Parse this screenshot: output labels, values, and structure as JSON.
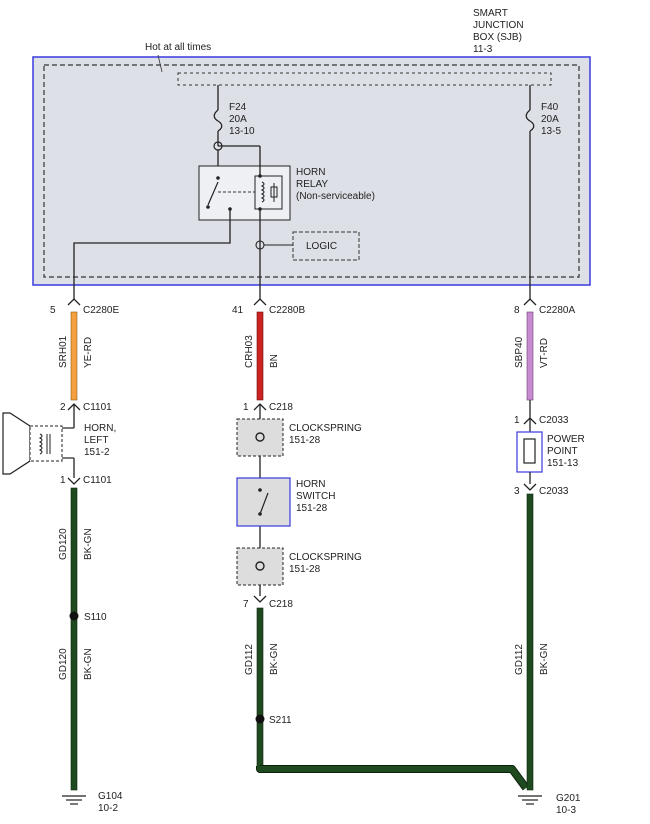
{
  "sjb": {
    "title_lines": [
      "SMART",
      "JUNCTION",
      "BOX (SJB)",
      "11-3"
    ],
    "hot_at_all_times": "Hot at all times"
  },
  "fuse_f24": {
    "lines": [
      "F24",
      "20A",
      "13-10"
    ]
  },
  "fuse_f40": {
    "lines": [
      "F40",
      "20A",
      "13-5"
    ]
  },
  "horn_relay": {
    "lines": [
      "HORN",
      "RELAY",
      "(Non-serviceable)"
    ]
  },
  "logic_label": "LOGIC",
  "connectors": {
    "c2280e": {
      "pin": "5",
      "name": "C2280E"
    },
    "c2280b": {
      "pin": "41",
      "name": "C2280B"
    },
    "c2280a": {
      "pin": "8",
      "name": "C2280A"
    },
    "c1101_top": {
      "pin": "2",
      "name": "C1101"
    },
    "c1101_bottom": {
      "pin": "1",
      "name": "C1101"
    },
    "c218_top": {
      "pin": "1",
      "name": "C218"
    },
    "c218_bottom": {
      "pin": "7",
      "name": "C218"
    },
    "c2033_top": {
      "pin": "1",
      "name": "C2033"
    },
    "c2033_bottom": {
      "pin": "3",
      "name": "C2033"
    }
  },
  "wires": {
    "srh01": {
      "circuit": "SRH01",
      "color": "YE-RD",
      "hex": "#f5a040"
    },
    "crh03": {
      "circuit": "CRH03",
      "color": "BN",
      "hex": "#cc2222"
    },
    "sbp40": {
      "circuit": "SBP40",
      "color": "VT-RD",
      "hex": "#c88ad0"
    },
    "gd120_a": {
      "circuit": "GD120",
      "color": "BK-GN"
    },
    "gd120_b": {
      "circuit": "GD120",
      "color": "BK-GN"
    },
    "gd112_mid": {
      "circuit": "GD112",
      "color": "BK-GN"
    },
    "gd112_right": {
      "circuit": "GD112",
      "color": "BK-GN"
    },
    "ground_hex": "#1f4a1f"
  },
  "components": {
    "horn_left": {
      "lines": [
        "HORN,",
        "LEFT",
        "151-2"
      ]
    },
    "clockspring_1": {
      "lines": [
        "CLOCKSPRING",
        "151-28"
      ]
    },
    "horn_switch": {
      "lines": [
        "HORN",
        "SWITCH",
        "151-28"
      ]
    },
    "clockspring_2": {
      "lines": [
        "CLOCKSPRING",
        "151-28"
      ]
    },
    "power_point": {
      "lines": [
        "POWER",
        "POINT",
        "151-13"
      ]
    }
  },
  "splices": {
    "s110": "S110",
    "s211": "S211"
  },
  "grounds": {
    "g104": {
      "lines": [
        "G104",
        "10-2"
      ]
    },
    "g201": {
      "lines": [
        "G201",
        "10-3"
      ]
    }
  },
  "colors": {
    "sjb_fill": "#dde0e6",
    "sjb_border": "#3a3adf",
    "line": "#222222"
  }
}
